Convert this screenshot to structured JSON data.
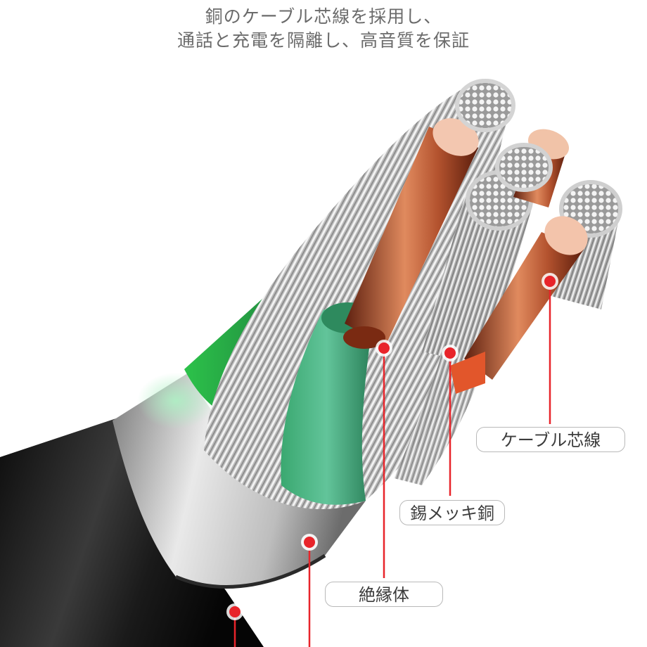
{
  "headline": {
    "line1": "銅のケーブル芯線を採用し、",
    "line2": "通話と充電を隔離し、高音質を保証"
  },
  "callouts": {
    "core_wire": "ケーブル芯線",
    "tinned_copper": "錫メッキ銅",
    "insulator": "絶縁体"
  },
  "colors": {
    "jacket": "#1a1a1a",
    "shield_ring": "#c8c8c8",
    "insulation": "#2e9a5c",
    "copper": "#b3522e",
    "strand": "#cfcfcf",
    "marker": "#e8242a"
  }
}
